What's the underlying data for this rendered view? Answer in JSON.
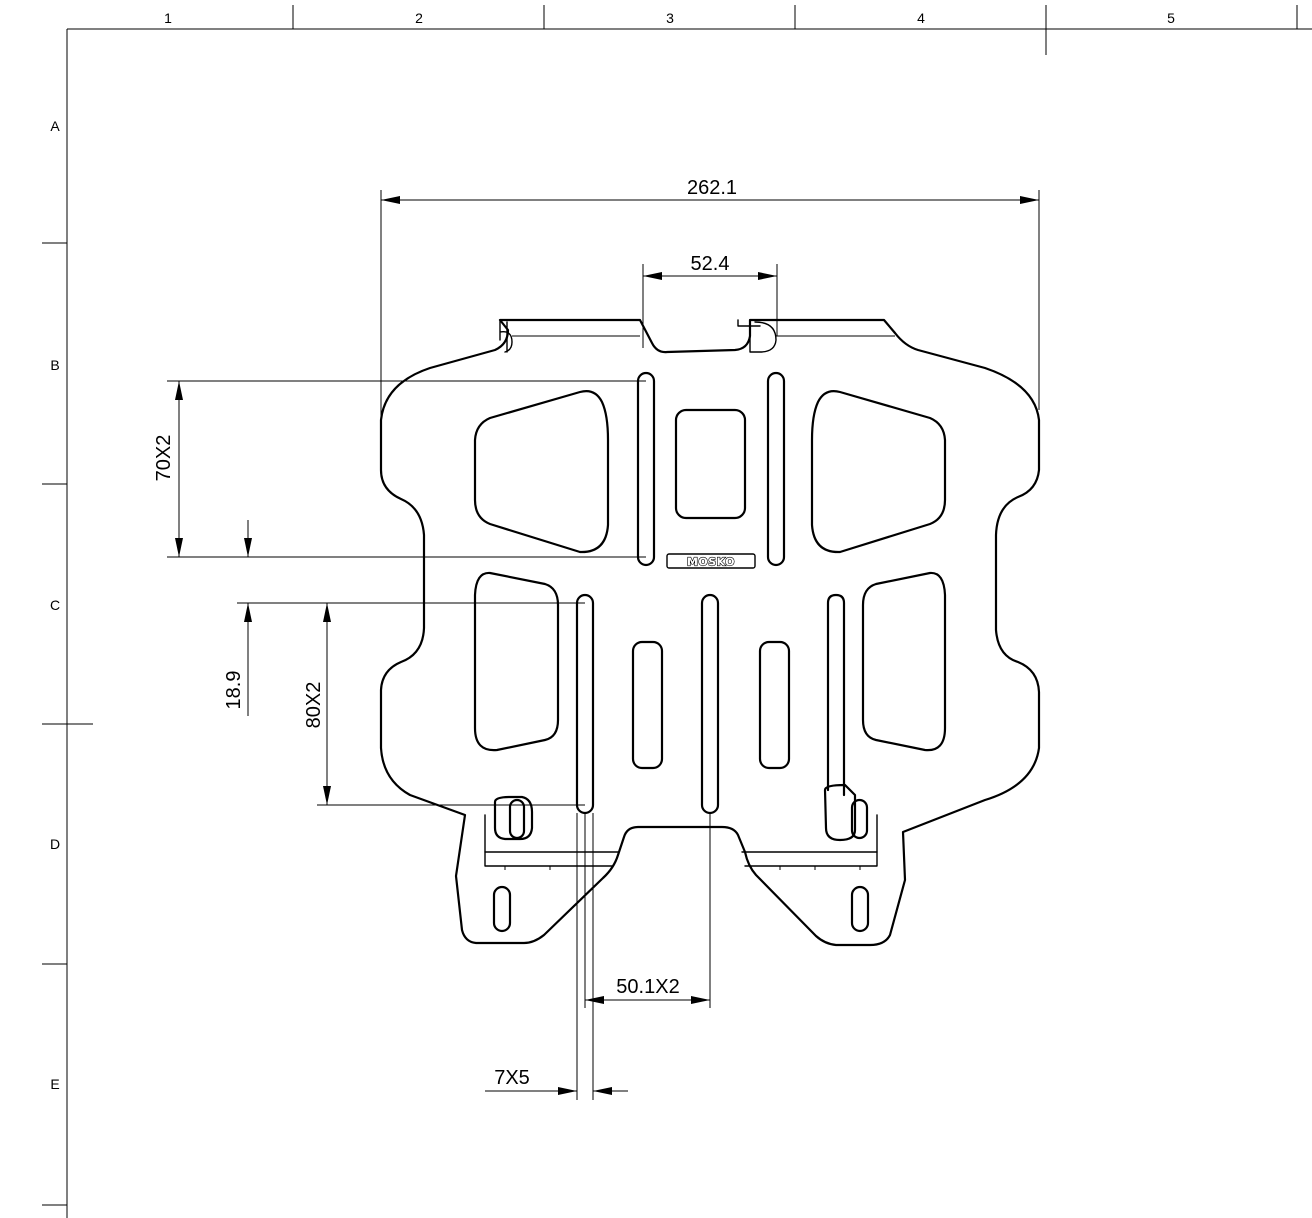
{
  "frame": {
    "columns": [
      "1",
      "2",
      "3",
      "4",
      "5"
    ],
    "rows": [
      "A",
      "B",
      "C",
      "D",
      "E"
    ]
  },
  "part": {
    "logo_text": "MOSKO"
  },
  "dimensions": {
    "overall_width": "262.1",
    "top_notch": "52.4",
    "upper_slot_length": "70X2",
    "slot_gap": "18.9",
    "lower_slot_length": "80X2",
    "slot_spacing": "50.1X2",
    "slot_width": "7X5"
  }
}
